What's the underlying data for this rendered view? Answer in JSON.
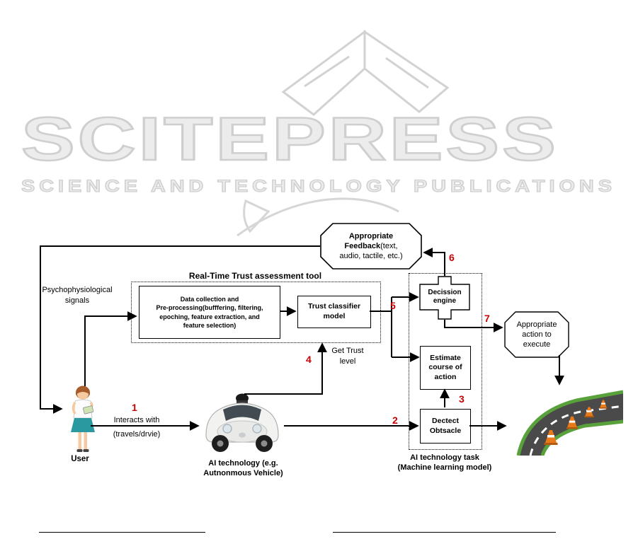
{
  "watermark": {
    "logo": "SCITEPRESS",
    "subtitle": "SCIENCE AND TECHNOLOGY PUBLICATIONS"
  },
  "colors": {
    "step_number_red": "#cc0000",
    "watermark_gray": "#cfcfcf",
    "cone_orange": "#e87a1a",
    "road_gray": "#4a4a4a"
  },
  "icons": {
    "watermark_book": "open-book-icon",
    "watermark_pen": "pen-nib-icon",
    "user": "user-figure-icon",
    "car": "autonomous-car-icon",
    "road": "road-with-cones-icon"
  },
  "nodes": {
    "feedback": {
      "l1": "Appropriate",
      "l2_bold": "Feedback",
      "l2_rest": "(text,",
      "l3": "audio, tactile, etc.)"
    },
    "trust_tool_title": "Real-Time Trust assessment tool",
    "data_collection": {
      "l1": "Data collection and",
      "l2": "Pre-processing(bufffering, filtering,",
      "l3": "epoching, feature extraction, and",
      "l4": "feature selection)"
    },
    "classifier": {
      "l1": "Trust classifier",
      "l2": "model"
    },
    "decision": {
      "l1": "Decission",
      "l2": "engine"
    },
    "estimate": {
      "l1": "Estimate",
      "l2": "course of",
      "l3": "action"
    },
    "detect": {
      "l1": "Dectect",
      "l2": "Obtsacle"
    },
    "action": {
      "l1": "Appropriate",
      "l2": "action to",
      "l3": "execute"
    },
    "ai_task_label": {
      "l1": "AI technology task",
      "l2": "(Machine learning model)"
    }
  },
  "labels": {
    "psycho": {
      "l1": "Psychophysiological",
      "l2": "signals"
    },
    "interacts": {
      "l1": "Interacts with",
      "l2": "(travels/drvie)"
    },
    "user": "User",
    "car": {
      "l1": "AI technology (e.g.",
      "l2": "Autnonmous Vehicle)"
    },
    "get_trust": {
      "l1": "Get Trust",
      "l2": "level"
    }
  },
  "numbers": {
    "n1": "1",
    "n2": "2",
    "n3": "3",
    "n4": "4",
    "n5": "5",
    "n6": "6",
    "n7": "7"
  }
}
